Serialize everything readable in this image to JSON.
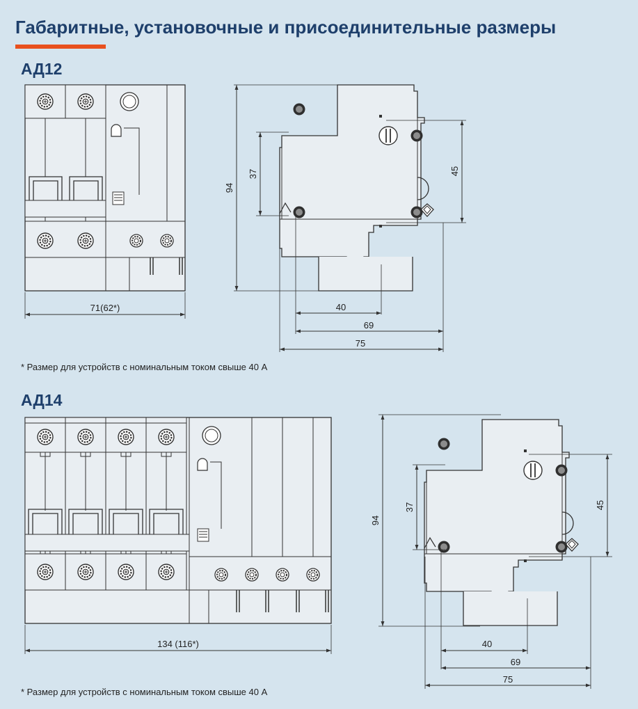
{
  "header": {
    "title": "Габаритные, установочные и присоединительные размеры",
    "accent_color": "#e8501e"
  },
  "models": [
    {
      "name": "АД12",
      "front": {
        "poles": 2,
        "n_terminals": 2,
        "width_label": "71(62*)"
      },
      "side": {
        "height": "94",
        "lever_height": "37",
        "rail_height": "45",
        "dim_40": "40",
        "dim_69": "69",
        "dim_75": "75"
      },
      "footnote": "* Размер для устройств с номинальным током свыше 40 А"
    },
    {
      "name": "АД14",
      "front": {
        "poles": 4,
        "n_terminals": 4,
        "width_label": "134 (116*)"
      },
      "side": {
        "height": "94",
        "lever_height": "37",
        "rail_height": "45",
        "dim_40": "40",
        "dim_69": "69",
        "dim_75": "75"
      },
      "footnote": "* Размер для устройств с номинальным током свыше 40 А"
    }
  ],
  "colors": {
    "background": "#d5e4ee",
    "body": "#e9eef2",
    "line": "#333333",
    "heading": "#1e3f6b"
  }
}
